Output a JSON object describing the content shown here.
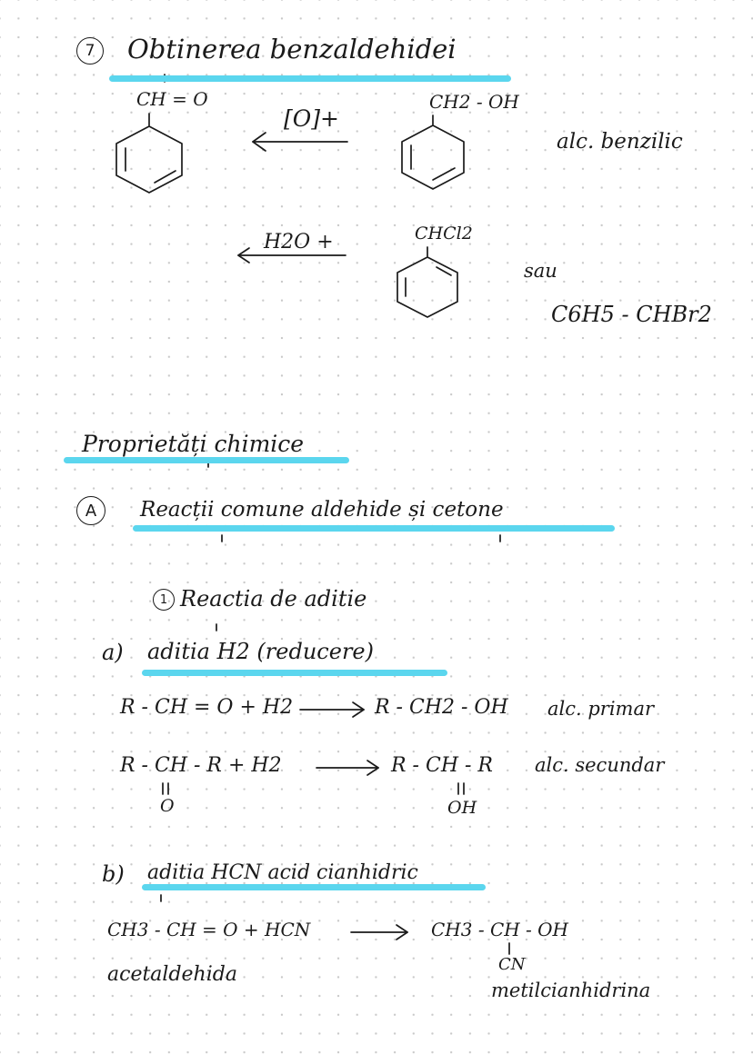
{
  "section7": {
    "number": "7",
    "title": "Obtinerea benzaldehidei",
    "benzaldehyde_group": "CH = O",
    "reagent_oxidation": "[O]+",
    "benzyl_alcohol_group": "CH2 - OH",
    "benzyl_alcohol_label": "alc. benzilic",
    "reagent_hydrolysis": "H2O +",
    "dichloride_group": "CHCl2",
    "or_label": "sau",
    "alternative_formula": "C6H5 - CHBr2"
  },
  "properties": {
    "title": "Proprietăți chimice",
    "section_a_letter": "A",
    "section_a_title": "Reacții comune aldehide și cetone",
    "subsection_1_number": "1",
    "subsection_1_title": "Reactia de aditie",
    "part_a_label": "a)",
    "part_a_title": "aditia H2 (reducere)",
    "eq1_left": "R - CH = O + H2",
    "eq1_right": "R - CH2 - OH",
    "eq1_label": "alc. primar",
    "eq2_left": "R - CH - R  +  H2",
    "eq2_sub": "O",
    "eq2_right": "R - CH - R",
    "eq2_right_sub": "OH",
    "eq2_label": "alc. secundar",
    "part_b_label": "b)",
    "part_b_title": "aditia HCN acid cianhidric",
    "eq3_left": "CH3 - CH = O  + HCN",
    "eq3_left_label": "acetaldehida",
    "eq3_right": "CH3 - CH - OH",
    "eq3_right_sub": "CN",
    "eq3_right_label": "metilcianhidrina"
  },
  "colors": {
    "highlight": "#5bd6ee",
    "ink": "#1a1a1a",
    "grid_dots": "#c9c9c9"
  }
}
